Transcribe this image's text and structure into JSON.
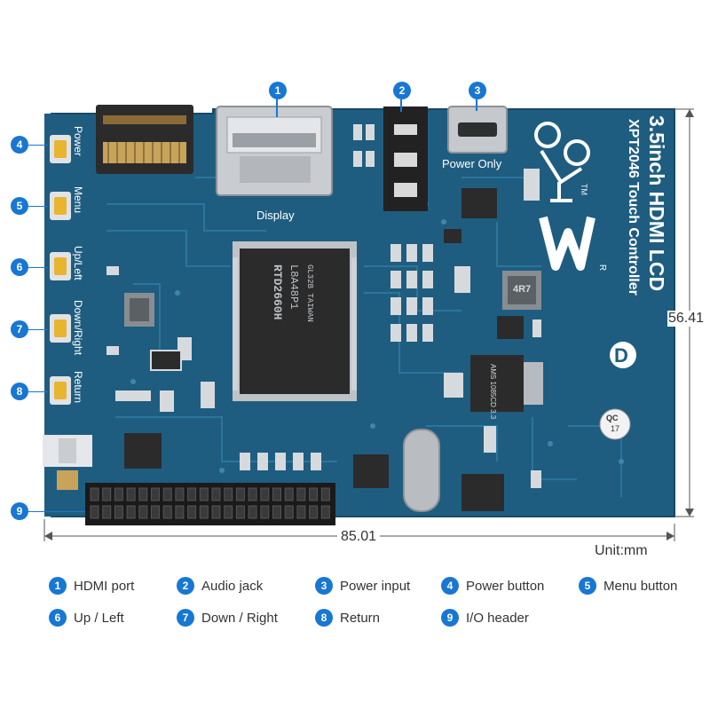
{
  "board": {
    "title": "3.5inch HDMI LCD",
    "subtitle": "XPT2046 Touch Controller",
    "version_letter": "D",
    "trademark": "TM",
    "registered": "R",
    "qc_label": "QC",
    "qc_number": "17",
    "silkscreen": {
      "display": "Display",
      "power_only": "Power Only",
      "power": "Power",
      "menu": "Menu",
      "up_left": "Up/Left",
      "down_right": "Down/Right",
      "return": "Return"
    },
    "chip_main": {
      "line1": "RTD2660H",
      "line2": "L8A48P1",
      "line3": "GL32B TAIWAN"
    },
    "inductor_label": "4R7",
    "regulator_label": "AMS 1085CD 3.3",
    "colors": {
      "pcb": "#1f5d80",
      "trace": "#2e7aa3",
      "pad": "#d7dadd",
      "chip": "#2b2b2b"
    }
  },
  "dimensions": {
    "height": "56.41",
    "width": "85.01",
    "unit": "Unit:mm"
  },
  "callouts": [
    {
      "number": "1",
      "label": "HDMI port"
    },
    {
      "number": "2",
      "label": "Audio jack"
    },
    {
      "number": "3",
      "label": "Power input"
    },
    {
      "number": "4",
      "label": "Power button"
    },
    {
      "number": "5",
      "label": "Menu button"
    },
    {
      "number": "6",
      "label": "Up / Left"
    },
    {
      "number": "7",
      "label": "Down / Right"
    },
    {
      "number": "8",
      "label": "Return"
    },
    {
      "number": "9",
      "label": "I/O header"
    }
  ],
  "accent_color": "#1877d2"
}
